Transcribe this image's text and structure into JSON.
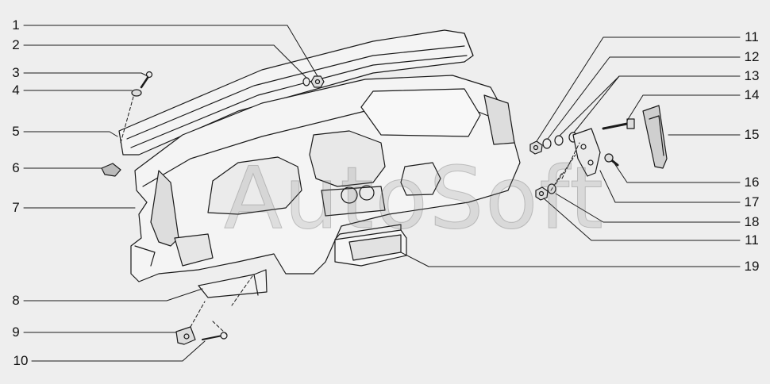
{
  "watermark": "AutoSoft",
  "callouts_left": [
    "1",
    "2",
    "3",
    "4",
    "5",
    "6",
    "7",
    "8",
    "9",
    "10"
  ],
  "callouts_right": [
    "11",
    "12",
    "13",
    "14",
    "15",
    "16",
    "17",
    "18",
    "11",
    "19"
  ],
  "colors": {
    "background": "#eeeeee",
    "line": "#1a1a1a",
    "fill": "#f4f4f4",
    "shade": "#cfcfcf"
  }
}
